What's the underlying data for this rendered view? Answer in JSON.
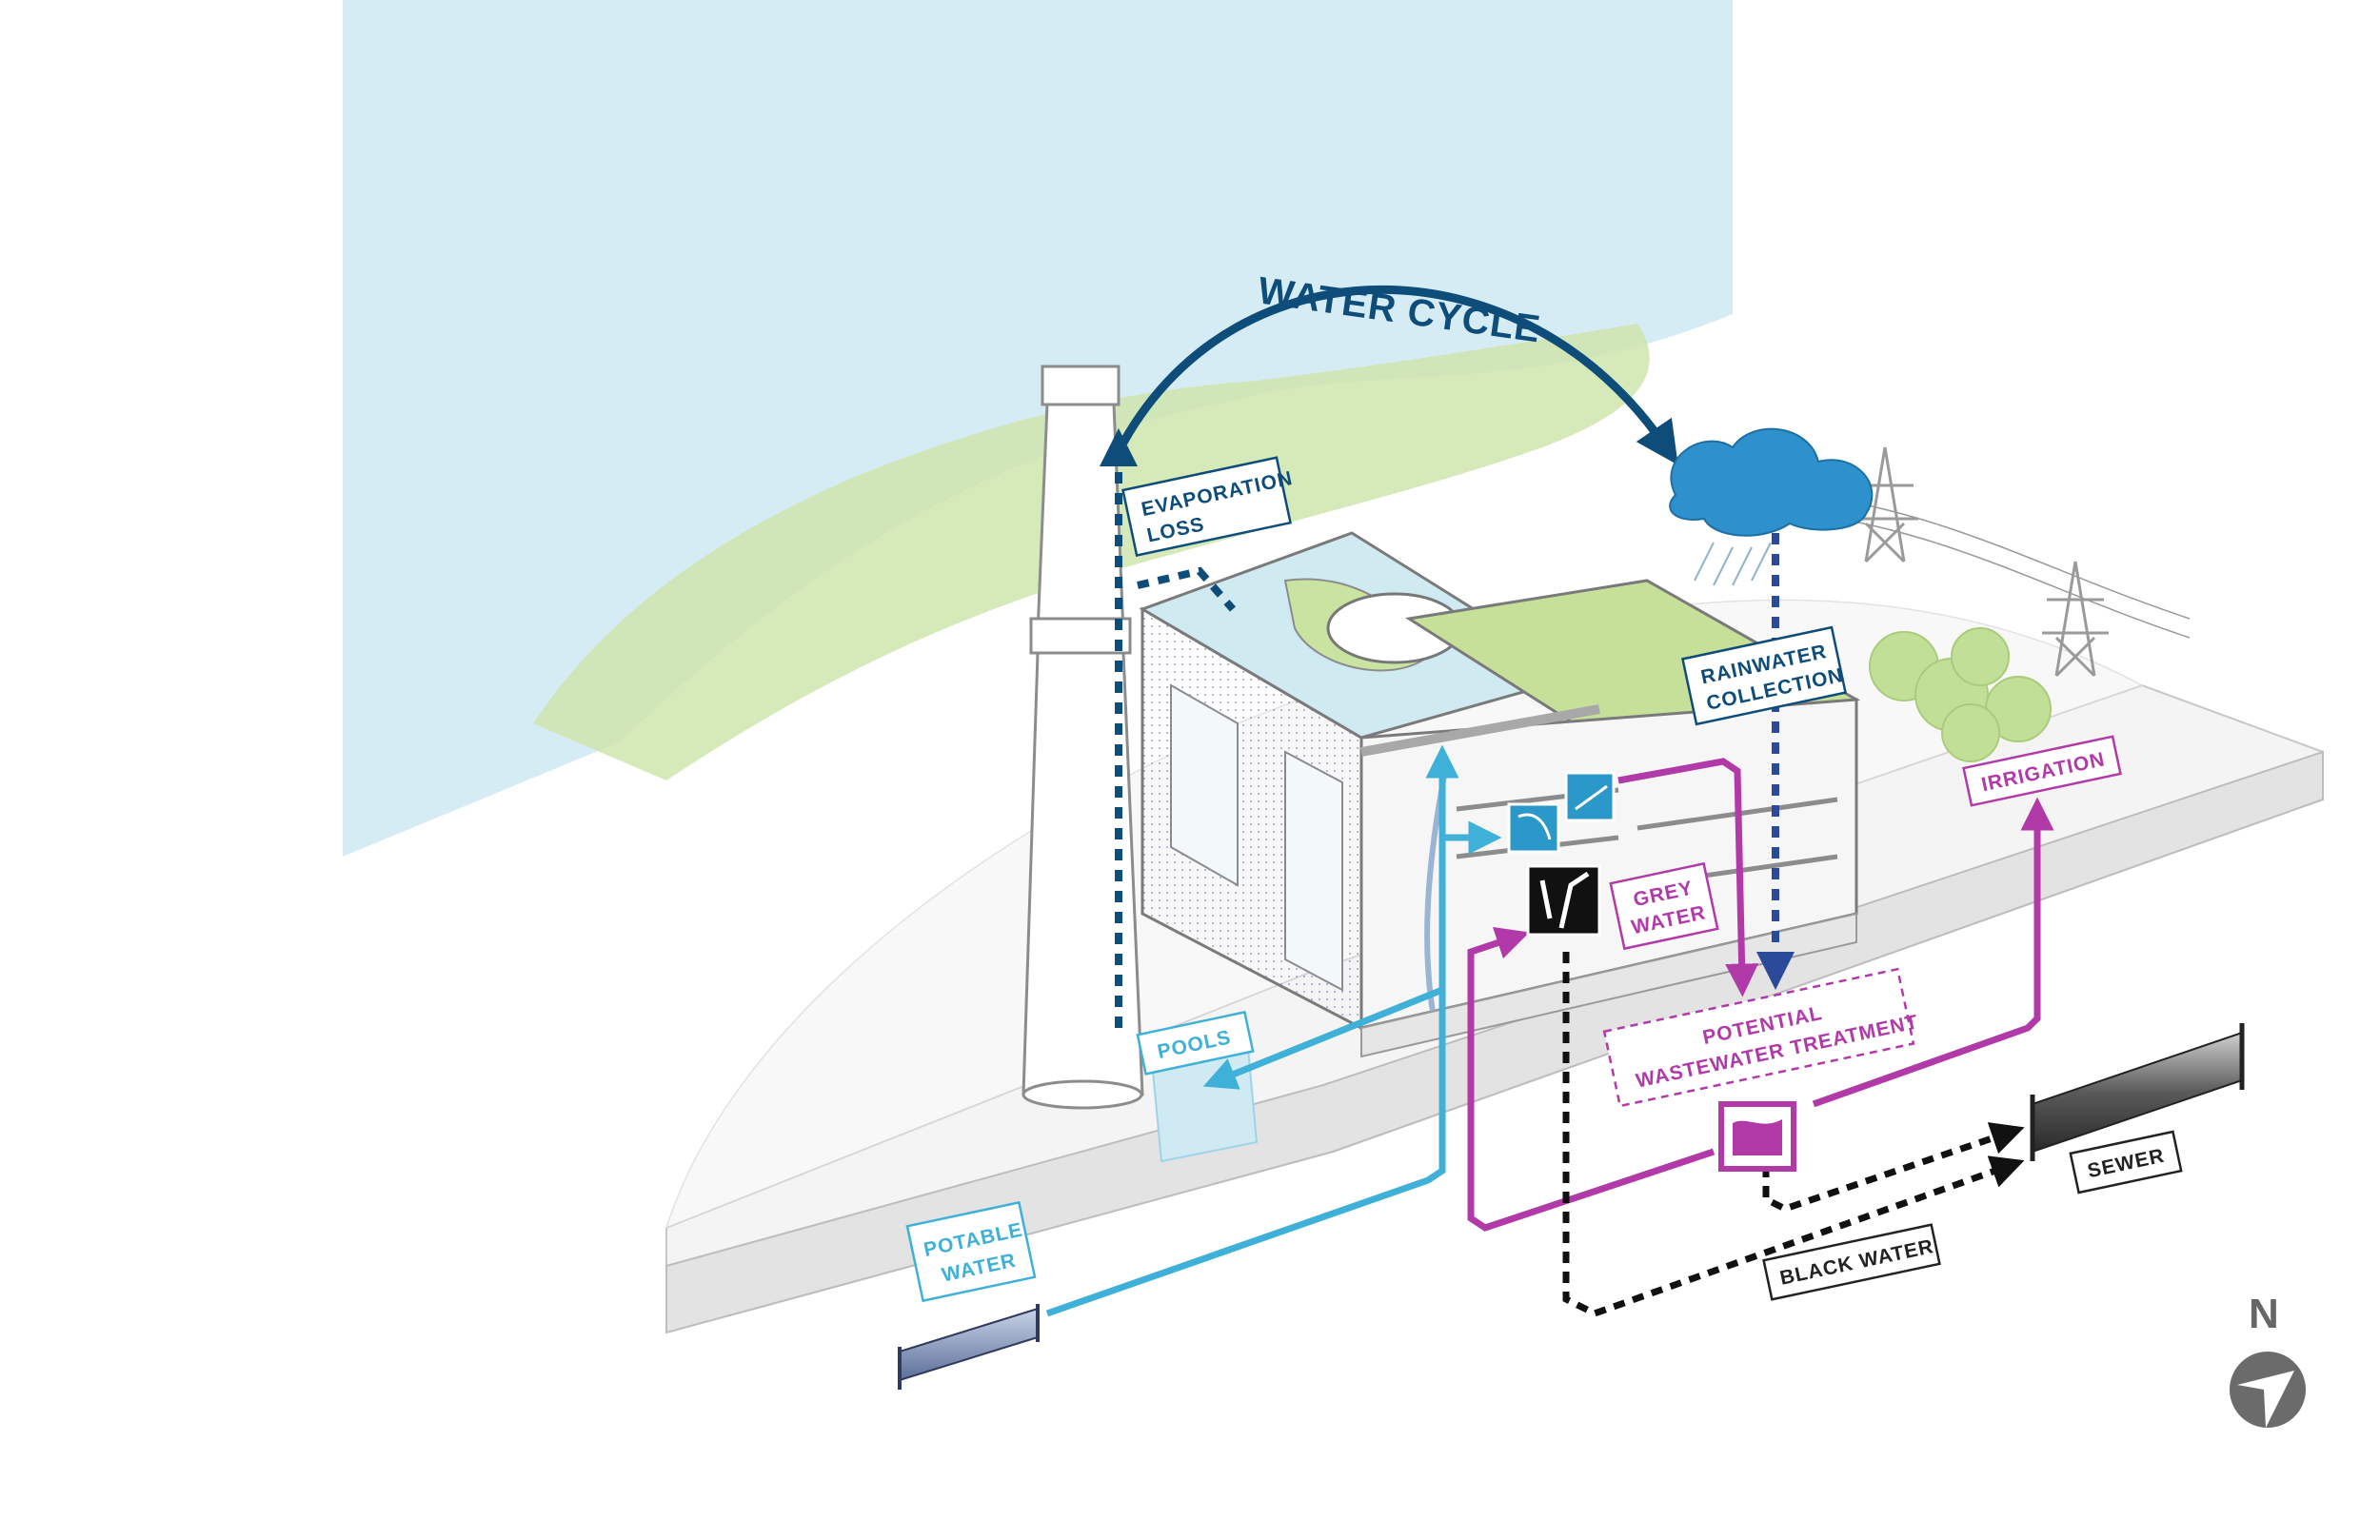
{
  "title": "WATER CYCLE",
  "labels": {
    "evaporation": [
      "EVAPORATION",
      "LOSS"
    ],
    "rainwater": [
      "RAINWATER",
      "COLLECTION"
    ],
    "irrigation": "IRRIGATION",
    "grey_water": [
      "GREY",
      "WATER"
    ],
    "wastewater": [
      "POTENTIAL",
      "WASTEWATER TREATMENT"
    ],
    "pools": "POOLS",
    "potable": [
      "POTABLE",
      "WATER"
    ],
    "sewer": "SEWER",
    "black_water": "BLACK WATER",
    "north": "N"
  },
  "icons": [
    "shower-icon",
    "faucet-icon",
    "toilet-icon",
    "treatment-tank-icon",
    "rain-cloud-icon",
    "north-arrow-icon"
  ],
  "colors": {
    "water_cycle": "#0e4d7a",
    "potable": "#3fb0d8",
    "grey_water": "#b13aa8",
    "black_water": "#111111",
    "rainwater": "#2c4a9a",
    "foliage": "#c9e2a4",
    "river": "#cfe9f2"
  }
}
